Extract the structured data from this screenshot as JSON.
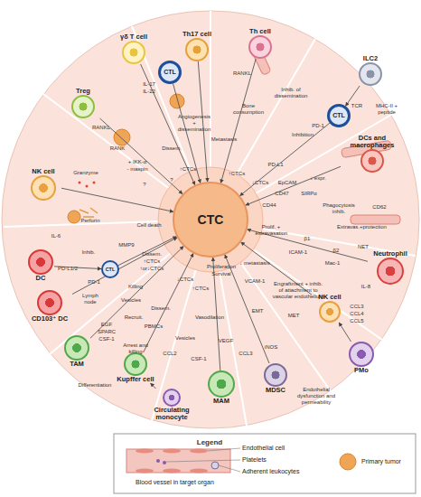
{
  "diagram": {
    "nodes": [
      {
        "text": [
          "CTC"
        ]
      },
      {
        "text": [
          "γδ T cell"
        ]
      },
      {
        "text": [
          "CTL"
        ]
      },
      {
        "text": [
          "Th17 cell"
        ]
      },
      {
        "text": [
          "Th cell"
        ]
      },
      {
        "text": [
          "Treg"
        ]
      },
      {
        "text": [
          "ILC2"
        ]
      },
      {
        "text": [
          "CTL"
        ]
      },
      {
        "text": [
          "DCs and macrophages"
        ]
      },
      {
        "text": [
          "NK cell"
        ]
      },
      {
        "text": [
          "Neutrophil"
        ]
      },
      {
        "text": [
          "DC"
        ]
      },
      {
        "text": [
          "CTL"
        ]
      },
      {
        "text": [
          "CD103⁺ DC"
        ]
      },
      {
        "text": [
          "TAM"
        ]
      },
      {
        "text": [
          "Kupffer cell"
        ]
      },
      {
        "text": [
          "Circulating monocyte"
        ]
      },
      {
        "text": [
          "MAM"
        ]
      },
      {
        "text": [
          "MDSC"
        ]
      },
      {
        "text": [
          "NK cell"
        ]
      },
      {
        "text": [
          "PMo"
        ]
      }
    ],
    "edges": [
      {
        "from": 1,
        "to": 0,
        "arrow": "to"
      },
      {
        "from": 2,
        "to": 0,
        "arrow": "to"
      },
      {
        "from": 3,
        "to": 0,
        "arrow": "to"
      },
      {
        "from": 4,
        "to": 0,
        "arrow": "to"
      },
      {
        "from": 5,
        "to": 0,
        "arrow": "to"
      },
      {
        "from": 6,
        "to": 7,
        "arrow": "to"
      },
      {
        "from": 7,
        "to": 0,
        "arrow": "to"
      },
      {
        "from": 8,
        "to": 0,
        "arrow": "to"
      },
      {
        "from": 9,
        "to": 0,
        "arrow": "to"
      },
      {
        "from": 10,
        "to": 0,
        "arrow": "to"
      },
      {
        "from": 11,
        "to": 12,
        "arrow": "to"
      },
      {
        "from": 12,
        "to": 0,
        "arrow": "to"
      },
      {
        "from": 13,
        "to": 0,
        "arrow": "to"
      },
      {
        "from": 14,
        "to": 0,
        "arrow": "to"
      },
      {
        "from": 15,
        "to": 0,
        "arrow": "to"
      },
      {
        "from": 16,
        "to": 15,
        "arrow": "to"
      },
      {
        "from": 17,
        "to": 0,
        "arrow": "to"
      },
      {
        "from": 18,
        "to": 0,
        "arrow": "to"
      },
      {
        "from": 20,
        "to": 19,
        "arrow": "to"
      },
      {
        "from": 19,
        "to": 0,
        "arrow": "to"
      }
    ],
    "labels": [
      "IL-17",
      "IL-22",
      "RANKL",
      "Bone consumption",
      "RANKL",
      "RANK",
      "+ IKK-α",
      "- maspin",
      "Dissem.",
      "?",
      "?",
      "Angiogenesis + dissemination",
      "↑CTCs",
      "Metastasis",
      "Inhib. of dissemination",
      "↑CTCs",
      "Inhibition",
      "MHC-II + peptide",
      "TCR",
      "PD-1",
      "PD-L1",
      "↓CTCs",
      "EpCAM",
      "↓ expr.",
      "CD47",
      "SIRPα",
      "Phagocytosis inhib.",
      "CD62",
      "CD44",
      "Extravas.+protection",
      "Prolif. + extravasation",
      "β1",
      "ICAM-1",
      "Mac-1",
      "β2",
      "NET",
      "IL-8",
      "↓ metastasis",
      "Granzyme",
      "Perforin",
      "Cell death",
      "IL-6",
      "MMP9",
      "PD-L1/2",
      "Inhib.",
      "PD-1",
      "Dissem.",
      "↑CTCs",
      "↑or↓CTCs",
      "Killing",
      "Lymph node",
      "Vesicles",
      "EGF",
      "SPARC",
      "CSF-1",
      "Recruit.",
      "Differentiation",
      "PBMCs",
      "Dissem.",
      "Arrest and killing",
      "CCL2",
      "Vesicles",
      "CSF-1",
      "↓CTCs",
      "Vasodilation",
      "VEGF",
      "VCAM-1",
      "Proliferation",
      "Survival",
      "↑CTCs",
      "CCL3",
      "EMT",
      "MET",
      "iNOS",
      "Endothelial dysfunction and permeability",
      "Engraftment + inhib. of attachment to vascular endothelium",
      "CCL3",
      "CCL4",
      "CCL5",
      "Legend"
    ],
    "legend": [
      {
        "text": "Endothelial cell"
      },
      {
        "text": "Platelets"
      },
      {
        "text": "Adherent leukocytes"
      },
      {
        "text": "Primary tumor"
      },
      {
        "text": "Blood vessel in target organ"
      }
    ]
  }
}
